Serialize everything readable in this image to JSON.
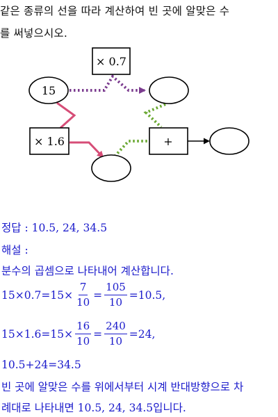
{
  "problem": {
    "line1": "같은 종류의 선을 따라 계산하여 빈 곳에 알맞은 수",
    "line2": "를 써넣으시오."
  },
  "diagram": {
    "start_value": "15",
    "op_mult_07": "× 0.7",
    "op_mult_16": "× 1.6",
    "op_plus": "+",
    "colors": {
      "purple_dotted": "#7b3c8f",
      "green_dotted": "#6aa832",
      "pink_solid": "#d64d77",
      "black": "#000000"
    }
  },
  "answer": {
    "line": "정답 :  10.5,  24,  34.5",
    "explanation_label": "해설 :",
    "method": "분수의 곱셈으로 나타내어 계산합니다.",
    "eq1": {
      "lhs": "15×0.7=15×",
      "frac1_num": "7",
      "frac1_den": "10",
      "eq_mid": "=",
      "frac2_num": "105",
      "frac2_den": "10",
      "rhs": "=10.5,"
    },
    "eq2": {
      "lhs": "15×1.6=15×",
      "frac1_num": "16",
      "frac1_den": "10",
      "eq_mid": "=",
      "frac2_num": "240",
      "frac2_den": "10",
      "rhs": "=24,"
    },
    "eq3": "10.5+24=34.5",
    "conclusion_line1": "빈 곳에 알맞은 수를 위에서부터 시계 반대방향으로 차",
    "conclusion_line2": "례대로 나타내면 10.5,  24,  34.5입니다."
  }
}
